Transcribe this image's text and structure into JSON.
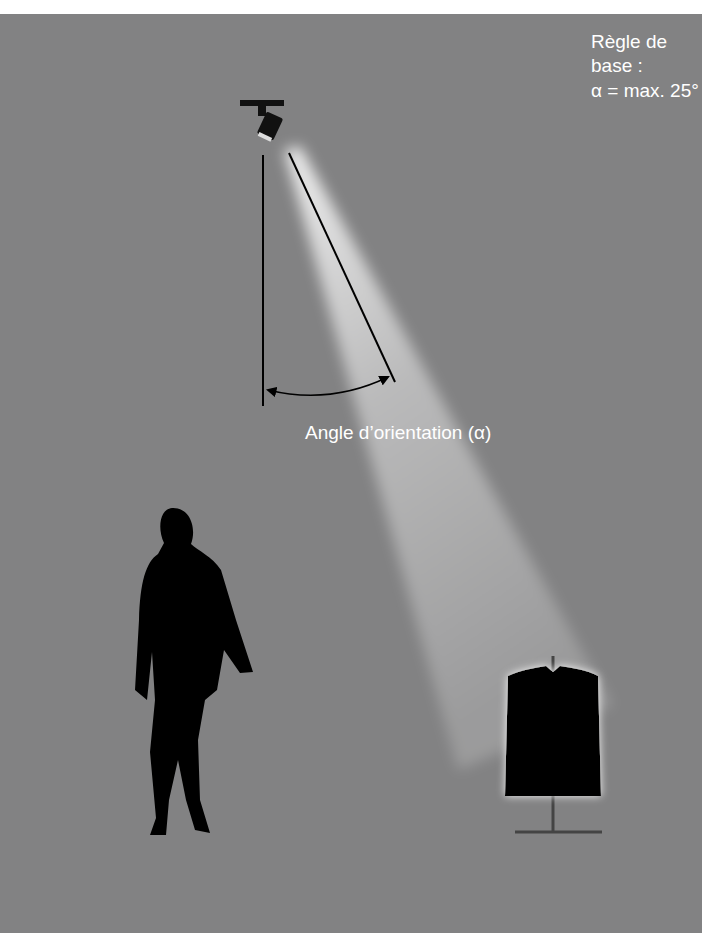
{
  "diagram": {
    "labels": [
      "Règle de base :",
      "α = max. 25°",
      "Angle d’orientation (α)"
    ]
  }
}
